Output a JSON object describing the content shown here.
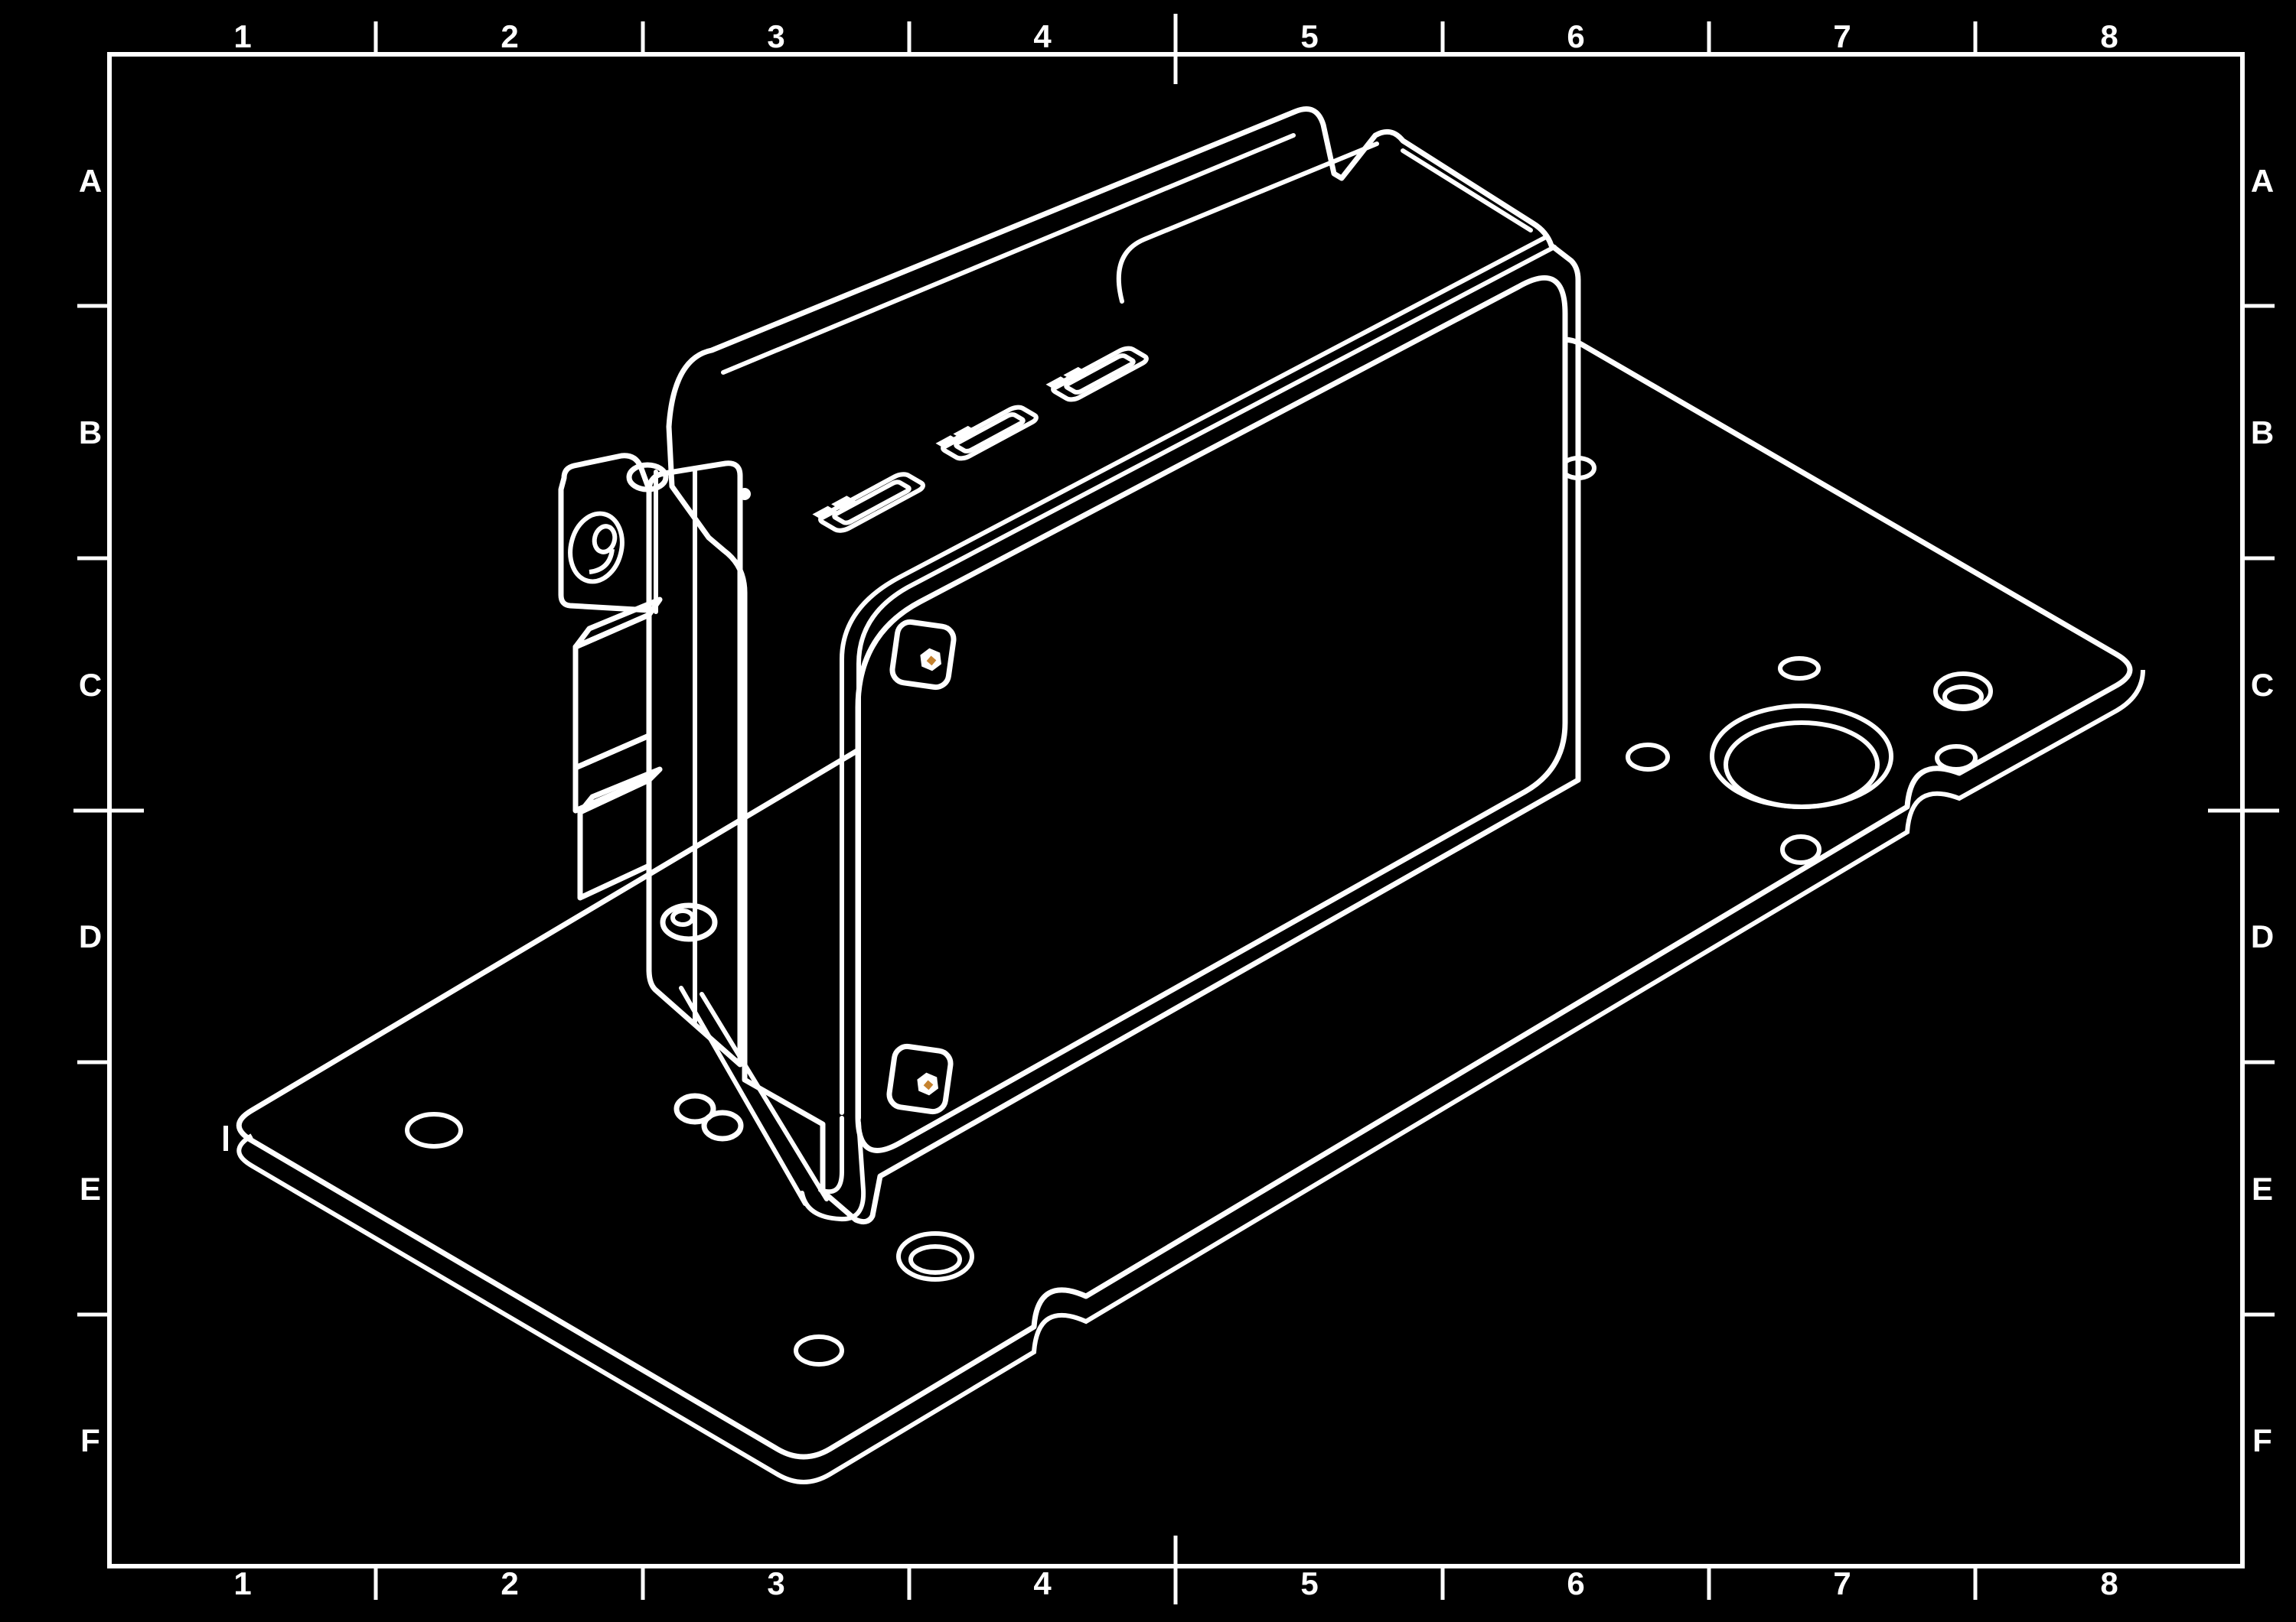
{
  "drawing": {
    "type": "isometric-cad-view",
    "description": "Isometric CAD drawing of a blue mounting bracket holding a black electronics enclosure on a flat base plate",
    "frame": {
      "columns": [
        "1",
        "2",
        "3",
        "4",
        "5",
        "6",
        "7",
        "8"
      ],
      "rows": [
        "A",
        "B",
        "C",
        "D",
        "E",
        "F"
      ]
    },
    "colors": {
      "background": "#000000",
      "line": "#FFFFFF",
      "bracket_blue": "#2F74C1",
      "standoff_orange": "#C5822F"
    },
    "parts": [
      "base-plate",
      "mounting-bracket-blue",
      "electronics-enclosure-black",
      "hex-standoff-orange-upper",
      "hex-standoff-orange-lower",
      "connector-port-1",
      "connector-port-2",
      "connector-port-3",
      "mounting-hole-cluster",
      "cable-notch-1",
      "cable-notch-2"
    ]
  }
}
